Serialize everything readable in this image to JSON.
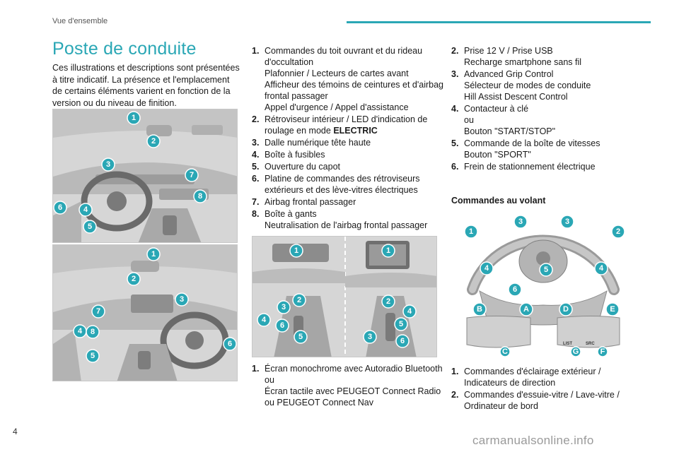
{
  "header": {
    "section": "Vue d'ensemble"
  },
  "title": "Poste de conduite",
  "intro": "Ces illustrations et descriptions sont présentées à titre indicatif. La présence et l'emplacement de certains éléments varient en fonction de la version ou du niveau de finition.",
  "badges": [
    "1",
    "2",
    "3",
    "4",
    "5",
    "6",
    "7",
    "8",
    "A",
    "B",
    "C",
    "D",
    "E",
    "F",
    "G"
  ],
  "list_middle": [
    {
      "num": "1.",
      "lines": [
        "Commandes du toit ouvrant et du rideau",
        "d'occultation",
        "Plafonnier / Lecteurs de cartes avant",
        "Afficheur des témoins de ceintures et d'airbag",
        "frontal passager",
        "Appel d'urgence / Appel d'assistance"
      ]
    },
    {
      "num": "2.",
      "lines": [
        "Rétroviseur intérieur / LED d'indication de",
        "roulage en mode"
      ],
      "bold": "ELECTRIC"
    },
    {
      "num": "3.",
      "lines": [
        "Dalle numérique tête haute"
      ]
    },
    {
      "num": "4.",
      "lines": [
        "Boîte à fusibles"
      ]
    },
    {
      "num": "5.",
      "lines": [
        "Ouverture du capot"
      ]
    },
    {
      "num": "6.",
      "lines": [
        "Platine de commandes des rétroviseurs",
        "extérieurs et des lève-vitres électriques"
      ]
    },
    {
      "num": "7.",
      "lines": [
        "Airbag frontal passager"
      ]
    },
    {
      "num": "8.",
      "lines": [
        "Boîte à gants",
        "Neutralisation de l'airbag frontal passager"
      ]
    }
  ],
  "list_middle_bottom": [
    {
      "num": "1.",
      "lines": [
        "Écran monochrome avec Autoradio Bluetooth",
        "ou",
        "Écran tactile avec PEUGEOT Connect Radio",
        "ou PEUGEOT Connect Nav"
      ]
    }
  ],
  "list_right": [
    {
      "num": "2.",
      "lines": [
        "Prise 12 V / Prise USB",
        "Recharge smartphone sans fil"
      ]
    },
    {
      "num": "3.",
      "lines": [
        "Advanced Grip Control",
        "Sélecteur de modes de conduite",
        "Hill Assist Descent Control"
      ]
    },
    {
      "num": "4.",
      "lines": [
        "Contacteur à clé",
        "ou",
        "Bouton \"START/STOP\""
      ]
    },
    {
      "num": "5.",
      "lines": [
        "Commande de la boîte de vitesses",
        "Bouton \"SPORT\""
      ]
    },
    {
      "num": "6.",
      "lines": [
        "Frein de stationnement électrique"
      ]
    }
  ],
  "subhead": "Commandes au volant",
  "list_right_bottom": [
    {
      "num": "1.",
      "lines": [
        "Commandes d'éclairage extérieur /",
        "Indicateurs de direction"
      ]
    },
    {
      "num": "2.",
      "lines": [
        "Commandes d'essuie-vitre / Lave-vitre /",
        "Ordinateur de bord"
      ]
    }
  ],
  "steering_labels": {
    "list": "LIST",
    "src": "SRC"
  },
  "page_number": "4",
  "watermark": "carmanualsonline.info",
  "colors": {
    "accent": "#2aa7b5",
    "illustration_bg": "#d4d4d4"
  }
}
